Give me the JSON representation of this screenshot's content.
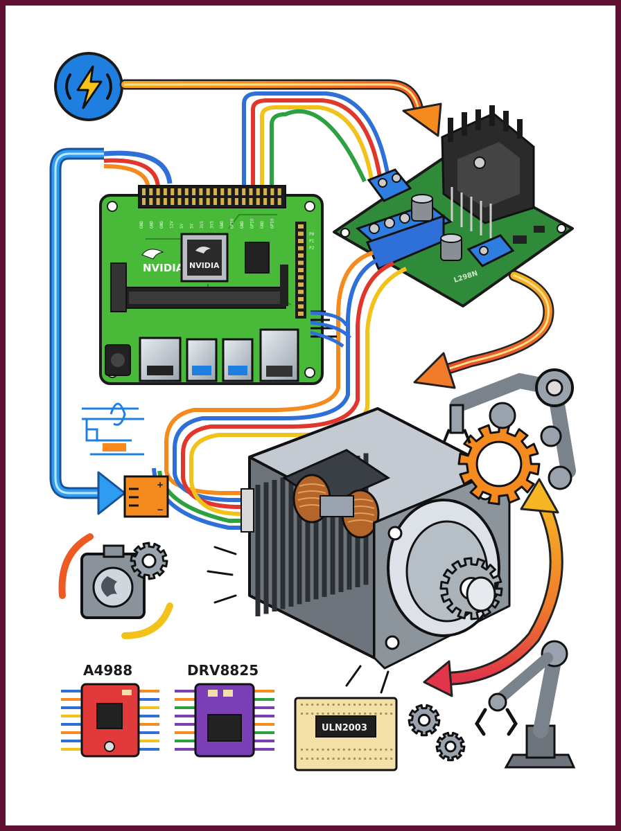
{
  "board": {
    "brand_primary": "NVIDIA",
    "brand_chip": "NVIDIA",
    "pin_labels": [
      "GND",
      "GND",
      "GND",
      "12V",
      "5V",
      "5V",
      "3V3",
      "3V3",
      "GND",
      "GPIO",
      "GND",
      "GPIO",
      "GND",
      "GPIO"
    ],
    "side_pins": [
      "P0",
      "P1",
      "P2"
    ]
  },
  "driver_board": {
    "marking": "L298N"
  },
  "modules": [
    {
      "name": "A4988",
      "color": "#e23a3a"
    },
    {
      "name": "DRV8825",
      "color": "#7b3fb5"
    },
    {
      "name": "ULN2003",
      "color": "#f3dfa8"
    }
  ],
  "palette": {
    "frame": "#5e1030",
    "board_green": "#49b93a",
    "power_blue": "#1e7fe0",
    "flow_orange": "#f58a1f",
    "wire_red": "#e0362c",
    "wire_green": "#2da140",
    "wire_yellow": "#f2c21b",
    "wire_blue": "#2e6fd8"
  },
  "icons": [
    "power-bolt-icon",
    "waveform-icon",
    "connector-icon",
    "servo-icon",
    "gear-icon",
    "robot-arm-icon",
    "stepper-motor-icon"
  ]
}
